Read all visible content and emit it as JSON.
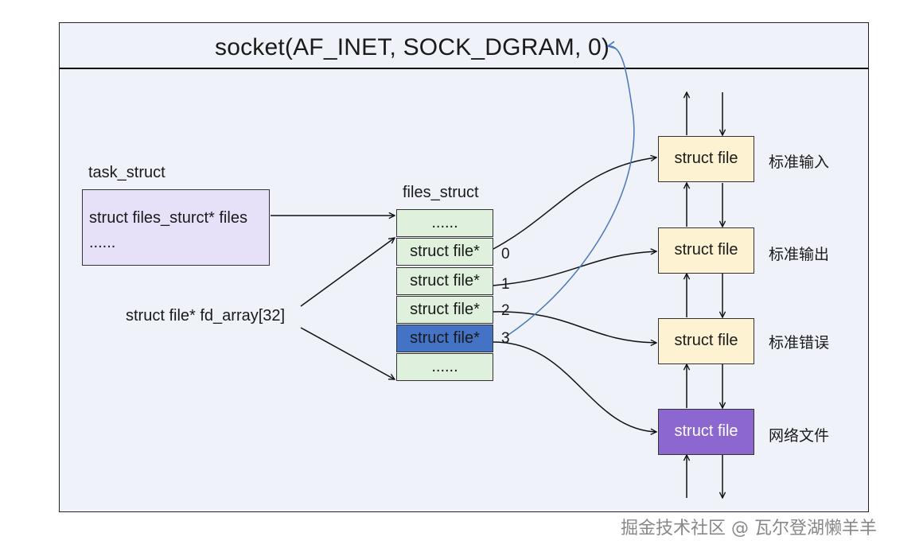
{
  "title": "socket(AF_INET, SOCK_DGRAM, 0)",
  "task_struct": {
    "label": "task_struct",
    "line1": "struct files_sturct* files",
    "line2": "......"
  },
  "fd_array_label": "struct file* fd_array[32]",
  "files_struct": {
    "label": "files_struct",
    "cells": [
      "......",
      "struct file*",
      "struct file*",
      "struct file*",
      "struct file*",
      "......"
    ],
    "indices": [
      "0",
      "1",
      "2",
      "3"
    ]
  },
  "files": [
    {
      "box": "struct file",
      "desc": "标准输入"
    },
    {
      "box": "struct file",
      "desc": "标准输出"
    },
    {
      "box": "struct file",
      "desc": "标准错误"
    },
    {
      "box": "struct file",
      "desc": "网络文件"
    }
  ],
  "watermark": "掘金技术社区 @ 瓦尔登湖懒羊羊",
  "colors": {
    "background": "#eff2f9",
    "task_box": "#e6e0f8",
    "fd_cell": "#dff1dd",
    "fd_cell_highlight": "#4472c4",
    "file_box": "#fdf3d2",
    "network_file_box": "#8b67cf",
    "socket_arrow": "#4a78b8"
  }
}
